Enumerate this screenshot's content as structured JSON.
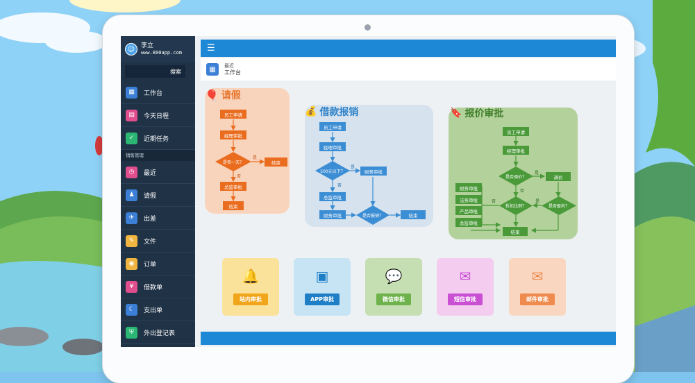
{
  "user": {
    "name": "李立",
    "site": "www.800app.com"
  },
  "search": {
    "label": "搜索"
  },
  "sidebar": {
    "items": [
      {
        "label": "工作台",
        "icon": "workbench-icon",
        "color": "#3b7fd6"
      },
      {
        "label": "今天日程",
        "icon": "calendar-icon",
        "color": "#e04e8e"
      },
      {
        "label": "近期任务",
        "icon": "task-icon",
        "color": "#2bb673"
      }
    ],
    "section": "销售管理",
    "items2": [
      {
        "label": "最近",
        "icon": "clock-icon",
        "color": "#e04e8e"
      },
      {
        "label": "请假",
        "icon": "leave-icon",
        "color": "#3b7fd6"
      },
      {
        "label": "出差",
        "icon": "trip-icon",
        "color": "#3b7fd6"
      },
      {
        "label": "文件",
        "icon": "file-icon",
        "color": "#f0b540"
      },
      {
        "label": "订单",
        "icon": "order-icon",
        "color": "#f0b540"
      },
      {
        "label": "借款单",
        "icon": "loan-icon",
        "color": "#e04e8e"
      },
      {
        "label": "支出单",
        "icon": "expense-icon",
        "color": "#3b7fd6"
      },
      {
        "label": "外出登记表",
        "icon": "outing-icon",
        "color": "#2bb673"
      }
    ]
  },
  "breadcrumb": {
    "line1": "最近",
    "line2": "工作台"
  },
  "leave": {
    "title": "请假",
    "steps": {
      "apply": "员工申请",
      "manager": "经理审批",
      "decision": "是否一天？",
      "director": "总监审批",
      "end1": "结束",
      "end2": "结束",
      "yes": "是",
      "no": "否"
    }
  },
  "loan": {
    "title": "借款报销",
    "steps": {
      "apply": "员工申请",
      "manager": "经理审批",
      "decision": "500元以下？",
      "director": "总监审批",
      "finance1": "财务审批",
      "finance2": "财务审批",
      "decision2": "是否报销？",
      "end": "结束",
      "yes": "是",
      "no": "否"
    }
  },
  "quote": {
    "title": "报价审批",
    "steps": {
      "apply": "员工申请",
      "manager": "经理审批",
      "decision": "是否调价？",
      "adjust": "调价",
      "discount": "折扣比例？",
      "profit": "是否盈利？",
      "finance": "财务审批",
      "legal": "法务审批",
      "product": "产品审批",
      "director": "总监审批",
      "end": "结束",
      "yes1": "是",
      "no1": "否",
      "yes2": "是",
      "no2": "否"
    }
  },
  "cards": [
    {
      "label": "站内审批",
      "icon": "bell-icon",
      "bg": "#fbe29a",
      "btn": "#f1a51a"
    },
    {
      "label": "APP审批",
      "icon": "app-icon",
      "bg": "#c7e4f5",
      "btn": "#1f7fc6"
    },
    {
      "label": "微信审批",
      "icon": "wechat-icon",
      "bg": "#c5dfb3",
      "btn": "#6db24a"
    },
    {
      "label": "短信审批",
      "icon": "sms-icon",
      "bg": "#f4ccf0",
      "btn": "#c94fd3"
    },
    {
      "label": "邮件审批",
      "icon": "mail-icon",
      "bg": "#f8d6bf",
      "btn": "#ef8b4e"
    }
  ]
}
